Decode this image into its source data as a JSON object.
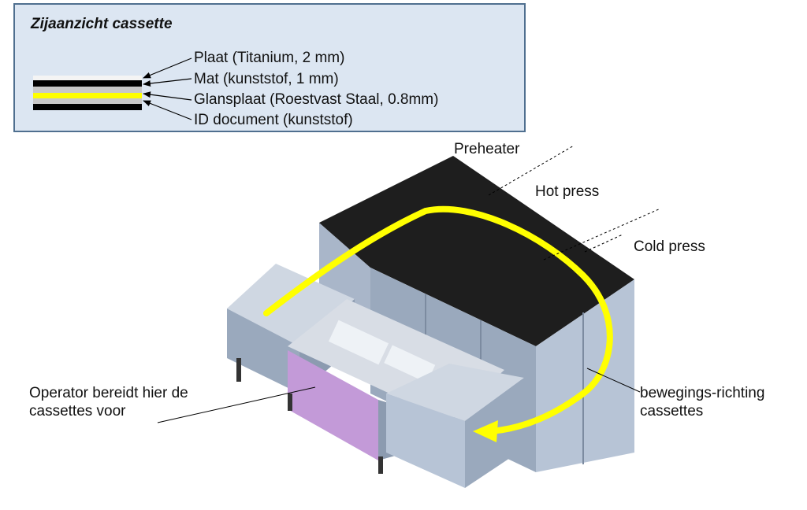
{
  "cassette_box": {
    "title": "Zijaanzicht cassette",
    "layers": [
      {
        "label": "Plaat (Titanium, 2 mm)"
      },
      {
        "label": "Mat (kunststof, 1 mm)"
      },
      {
        "label": "Glansplaat (Roestvast Staal, 0.8mm)"
      },
      {
        "label": "ID document (kunststof)"
      }
    ],
    "layer_colors": [
      "#f4f4f4",
      "#000000",
      "#c8c8c8",
      "#ffff00",
      "#c8c8c8",
      "#000000"
    ]
  },
  "machine": {
    "stations": {
      "preheater": "Preheater",
      "hot_press": "Hot press",
      "cold_press": "Cold press"
    },
    "operator_label_line1": "Operator bereidt hier de",
    "operator_label_line2": "cassettes voor",
    "direction_label_line1": "bewegings-richting",
    "direction_label_line2": "cassettes",
    "flow_arrow_color": "#ffff00",
    "top_color": "#1e1e1e",
    "side_color": "#b7c4d6",
    "loading_panel_color": "#c39ad8"
  }
}
